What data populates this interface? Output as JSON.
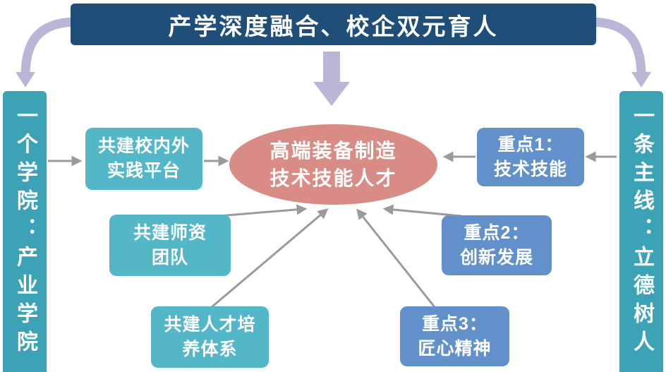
{
  "banner": {
    "label": "产学深度融合、校企双元育人"
  },
  "left_pillar": {
    "label": "一个学院：产业学院"
  },
  "right_pillar": {
    "label": "一条主线：立德树人"
  },
  "center_ellipse": {
    "label": "高端装备制造\n技术技能人才"
  },
  "left_boxes": [
    {
      "label": "共建校内外\n实践平台"
    },
    {
      "label": "共建师资\n团队"
    },
    {
      "label": "共建人才培\n养体系"
    }
  ],
  "right_boxes": [
    {
      "label": "重点1：\n技术技能"
    },
    {
      "label": "重点2：\n创新发展"
    },
    {
      "label": "重点3：\n匠心精神"
    }
  ],
  "colors": {
    "banner_bg": "#1F4E79",
    "pillar_bg": "#3BA3B5",
    "left_box_bg": "#54B7C8",
    "right_box_bg": "#6290CB",
    "ellipse_bg": "#D98B86",
    "big_arrow": "#B9B6D6",
    "connector_arrow": "#9B9B9B",
    "text": "#FFFFFF"
  }
}
